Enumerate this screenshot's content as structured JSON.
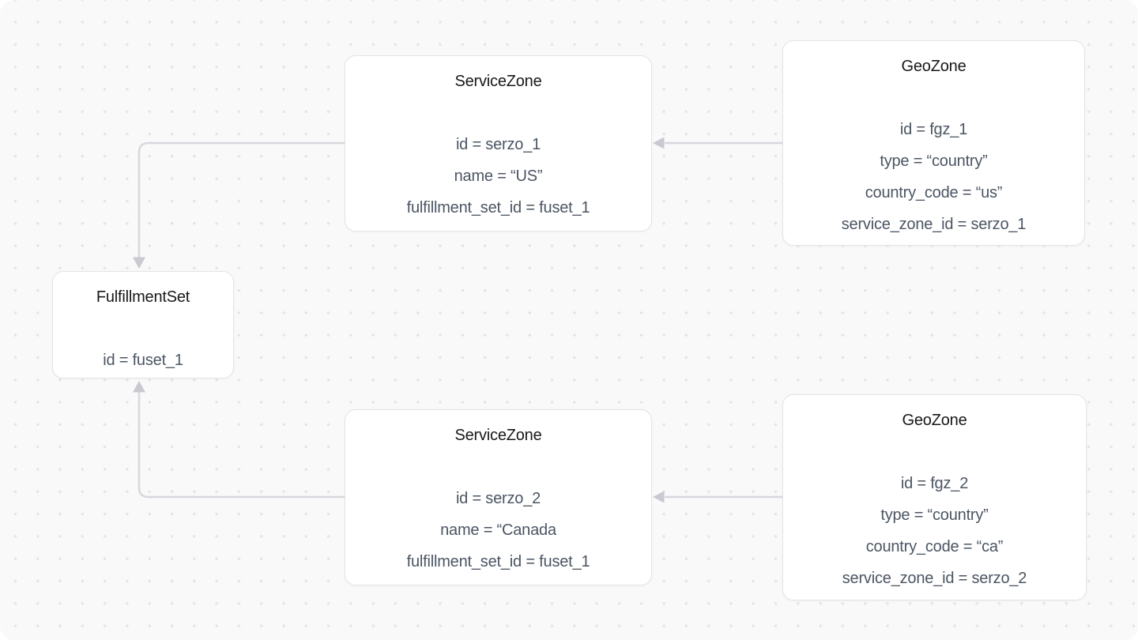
{
  "colors": {
    "page_bg": "#FFFFFF",
    "canvas_bg": "#F9F9FA",
    "dot": "#E5E5E8",
    "node_bg": "#FFFFFF",
    "node_border": "#E4E4E7",
    "title_text": "#18181B",
    "field_text": "#4B5563",
    "connector": "#D8D8DD",
    "arrowhead": "#C9C9D1"
  },
  "nodes": {
    "fulfillment_set": {
      "title": "FulfillmentSet",
      "fields": [
        "id = fuset_1"
      ]
    },
    "service_zone_1": {
      "title": "ServiceZone",
      "fields": [
        "id = serzo_1",
        "name = “US”",
        "fulfillment_set_id = fuset_1"
      ]
    },
    "geo_zone_1": {
      "title": "GeoZone",
      "fields": [
        "id = fgz_1",
        "type = “country”",
        "country_code = “us”",
        "service_zone_id = serzo_1"
      ]
    },
    "service_zone_2": {
      "title": "ServiceZone",
      "fields": [
        "id = serzo_2",
        "name = “Canada",
        "fulfillment_set_id = fuset_1"
      ]
    },
    "geo_zone_2": {
      "title": "GeoZone",
      "fields": [
        "id = fgz_2",
        "type = “country”",
        "country_code = “ca”",
        "service_zone_id = serzo_2"
      ]
    }
  },
  "edges": [
    {
      "from": "geo_zone_1",
      "to": "service_zone_1",
      "style": "arrow-left"
    },
    {
      "from": "service_zone_1",
      "to": "fulfillment_set",
      "style": "elbow-down-arrow"
    },
    {
      "from": "geo_zone_2",
      "to": "service_zone_2",
      "style": "arrow-left"
    },
    {
      "from": "service_zone_2",
      "to": "fulfillment_set",
      "style": "elbow-up-arrow"
    }
  ]
}
